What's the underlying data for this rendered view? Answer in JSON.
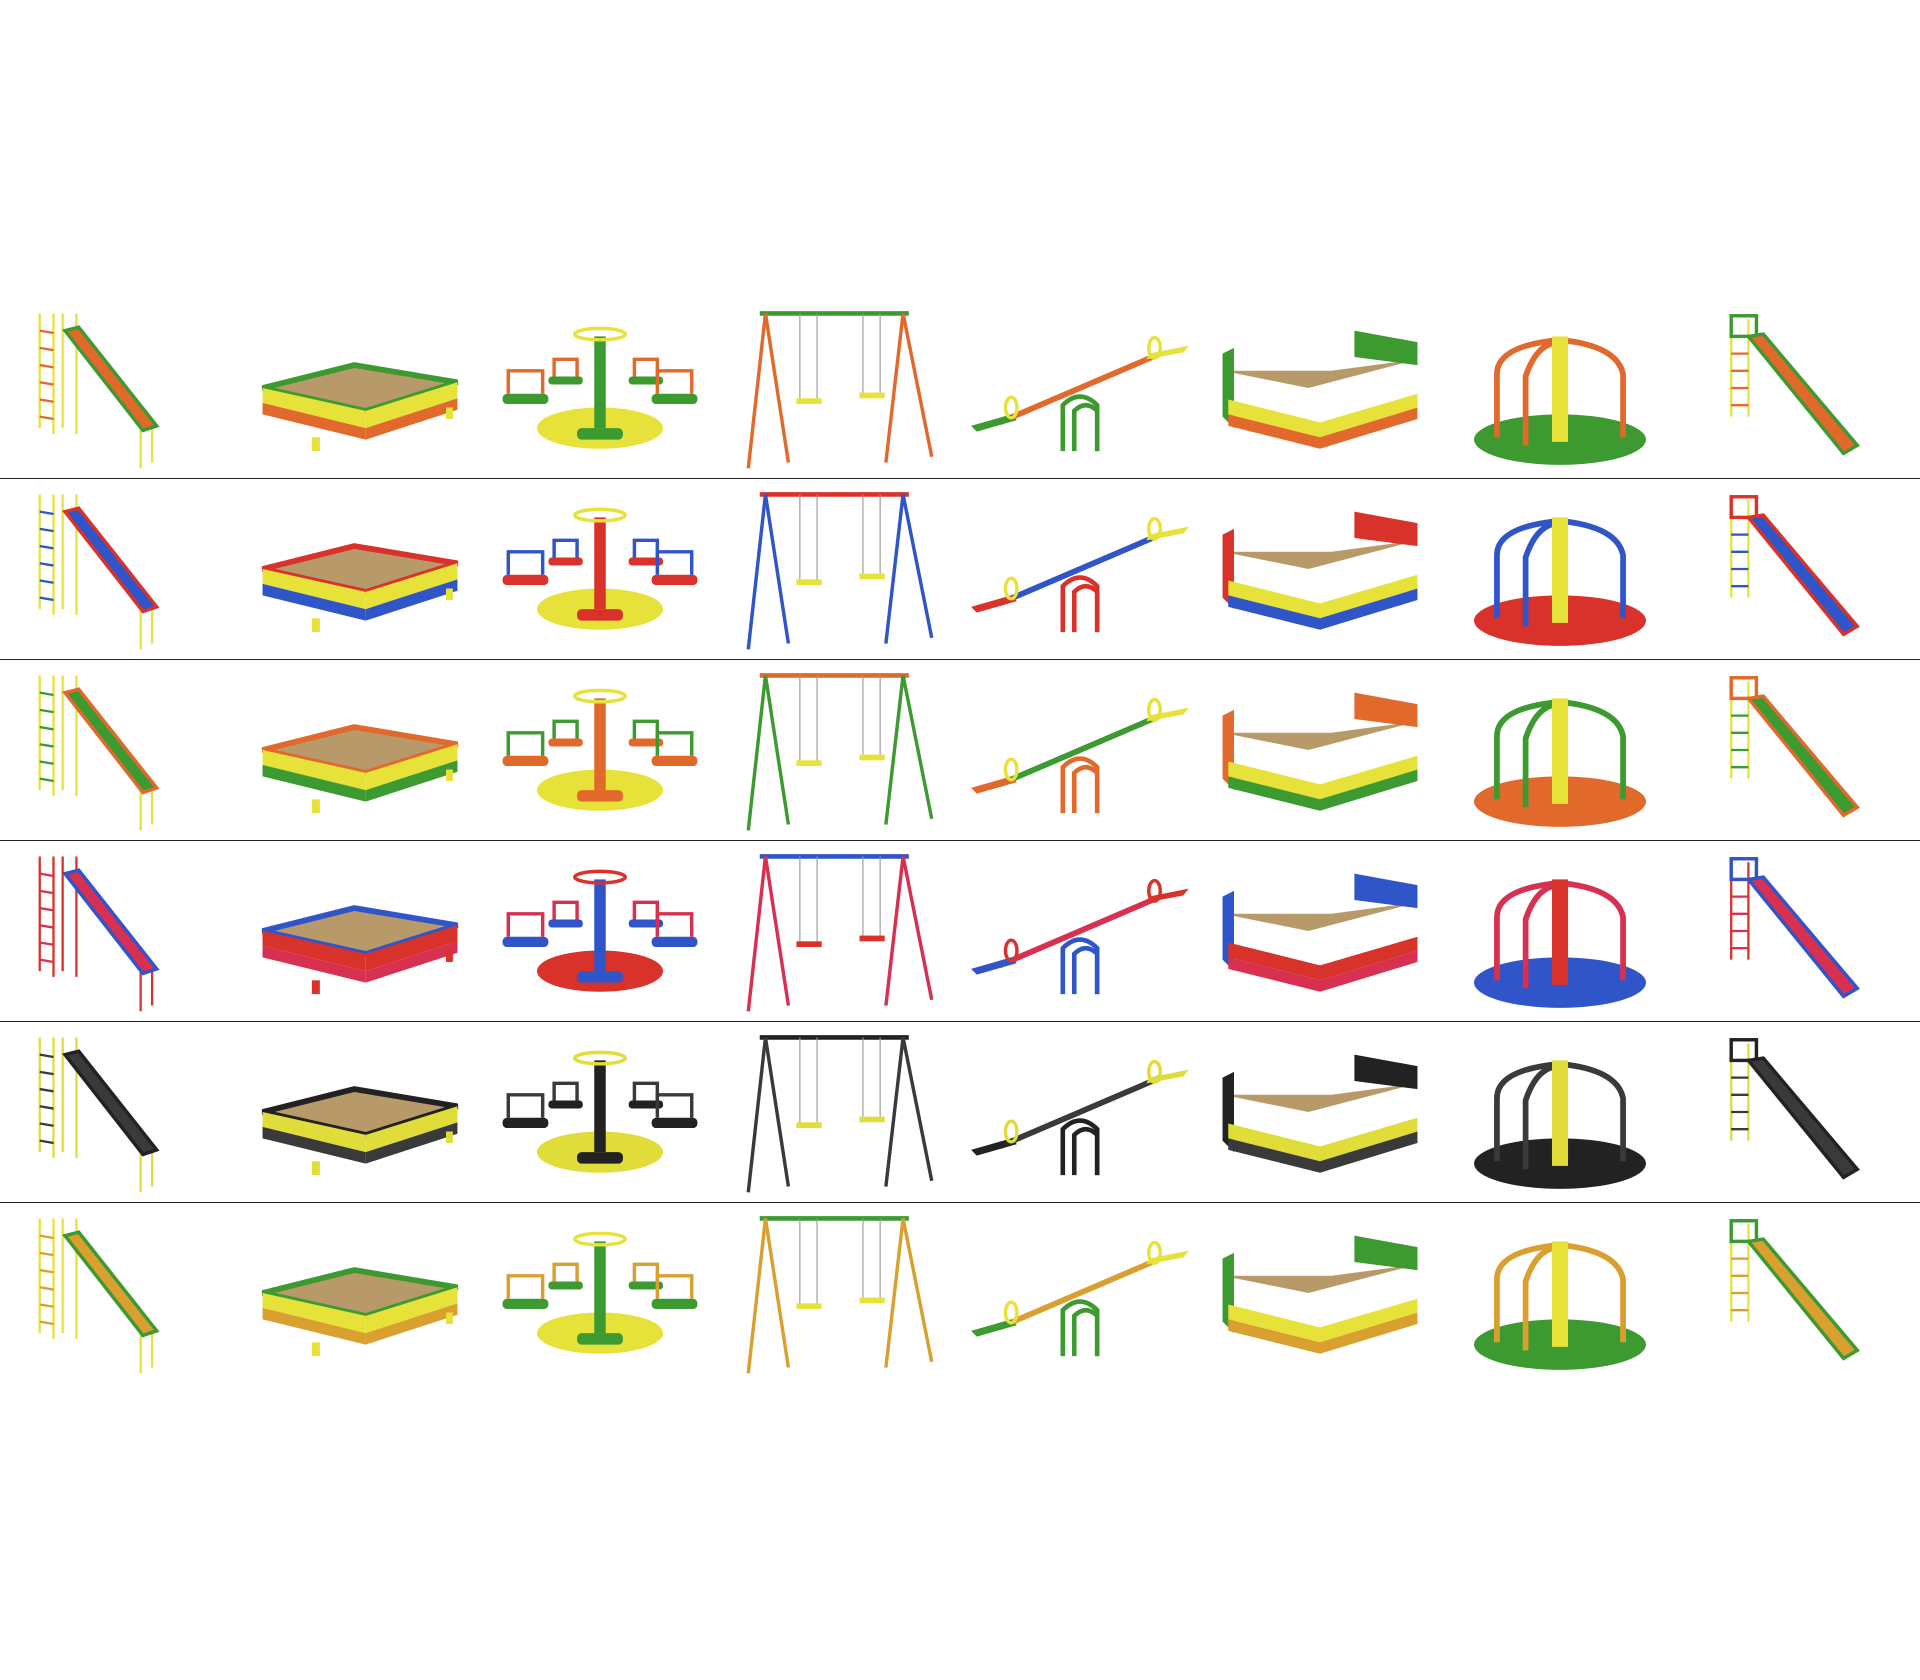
{
  "columns": [
    "slide",
    "sandbox",
    "carousel-with-seats",
    "swing-set",
    "seesaw",
    "sandbox-with-benches",
    "merry-go-round",
    "slide-compact"
  ],
  "rows": [
    {
      "name": "green-yellow-orange",
      "colors": {
        "a": "#3c9a30",
        "b": "#e6e23a",
        "c": "#e2692c"
      }
    },
    {
      "name": "red-yellow-blue",
      "colors": {
        "a": "#d8322a",
        "b": "#e6e23a",
        "c": "#2f55c8"
      }
    },
    {
      "name": "orange-yellow-green",
      "colors": {
        "a": "#e2692c",
        "b": "#e6e23a",
        "c": "#3c9a30"
      }
    },
    {
      "name": "blue-red-pink",
      "colors": {
        "a": "#2f55c8",
        "b": "#d8322a",
        "c": "#d83050"
      }
    },
    {
      "name": "black-yellow",
      "colors": {
        "a": "#222222",
        "b": "#e0dc3a",
        "c": "#3a3a3a"
      }
    },
    {
      "name": "green-yellow-ochre",
      "colors": {
        "a": "#3c9a30",
        "b": "#e6e23a",
        "c": "#d9a030"
      }
    }
  ]
}
